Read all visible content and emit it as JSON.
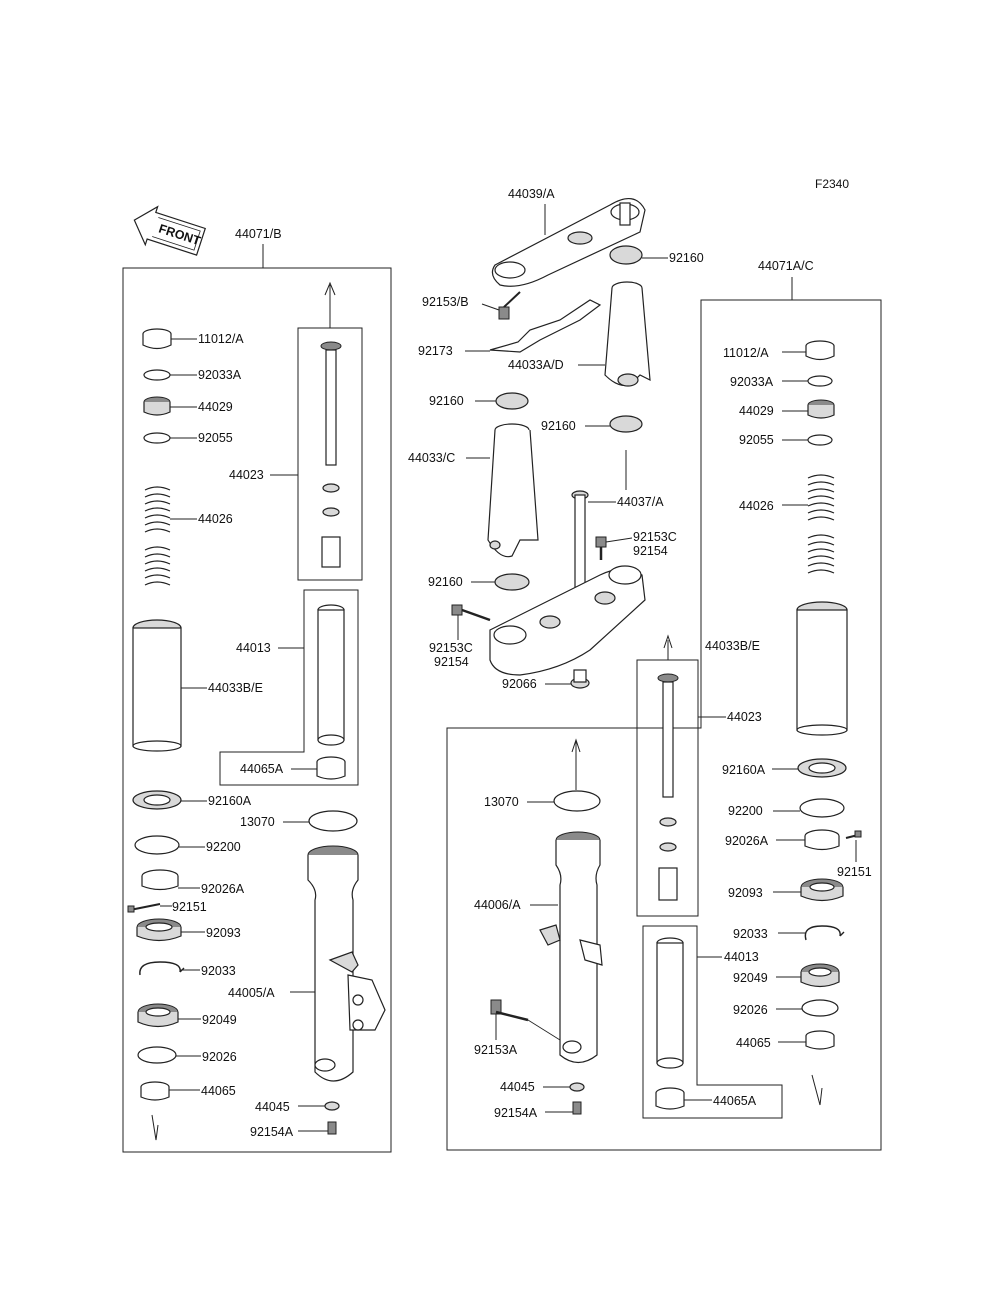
{
  "figure_code": "F2340",
  "front_arrow_text": "FRONT",
  "left_assembly": {
    "title": "44071/B",
    "labels": {
      "cap": "11012/A",
      "oring_a": "92033A",
      "cap_seal": "44029",
      "oring_b": "92055",
      "piston_rod": "44023",
      "spring": "44026",
      "cylinder": "44013",
      "cover": "44033B/E",
      "bush_a": "44065A",
      "washer_a": "92160A",
      "ring": "13070",
      "washer_b": "92200",
      "clamp": "92026A",
      "bolt_small": "92151",
      "oil_seal": "92093",
      "circlip": "92033",
      "dust_seal": "92049",
      "washer_c": "92026",
      "bush_b": "44065",
      "outer_tube": "44005/A",
      "gasket": "44045",
      "drain_bolt": "92154A"
    }
  },
  "center_assembly": {
    "labels": {
      "upper_bracket": "44039/A",
      "washer_top": "92160",
      "bolt_bracket": "92153/B",
      "wire_clamp": "92173",
      "cover_right": "44033A/D",
      "washer_left": "92160",
      "washer_right": "92160",
      "cover_left": "44033/C",
      "stem": "44037/A",
      "bolt_stem": "92153C",
      "washer_stem": "92154",
      "washer_lower": "92160",
      "bolt_lower": "92153C",
      "washer_lower_b": "92154",
      "plug": "92066"
    }
  },
  "right_assembly": {
    "title": "44071A/C",
    "labels": {
      "cap": "11012/A",
      "oring_a": "92033A",
      "cap_seal": "44029",
      "oring_b": "92055",
      "spring": "44026",
      "cover": "44033B/E",
      "piston_rod": "44023",
      "washer_a": "92160A",
      "washer_b": "92200",
      "clamp": "92026A",
      "bolt_small": "92151",
      "oil_seal": "92093",
      "circlip": "92033",
      "cylinder": "44013",
      "dust_seal": "92049",
      "washer_c": "92026",
      "bush_b": "44065",
      "bush_a": "44065A",
      "ring": "13070",
      "outer_tube": "44006/A",
      "axle_bolt": "92153A",
      "gasket": "44045",
      "drain_bolt": "92154A"
    }
  }
}
